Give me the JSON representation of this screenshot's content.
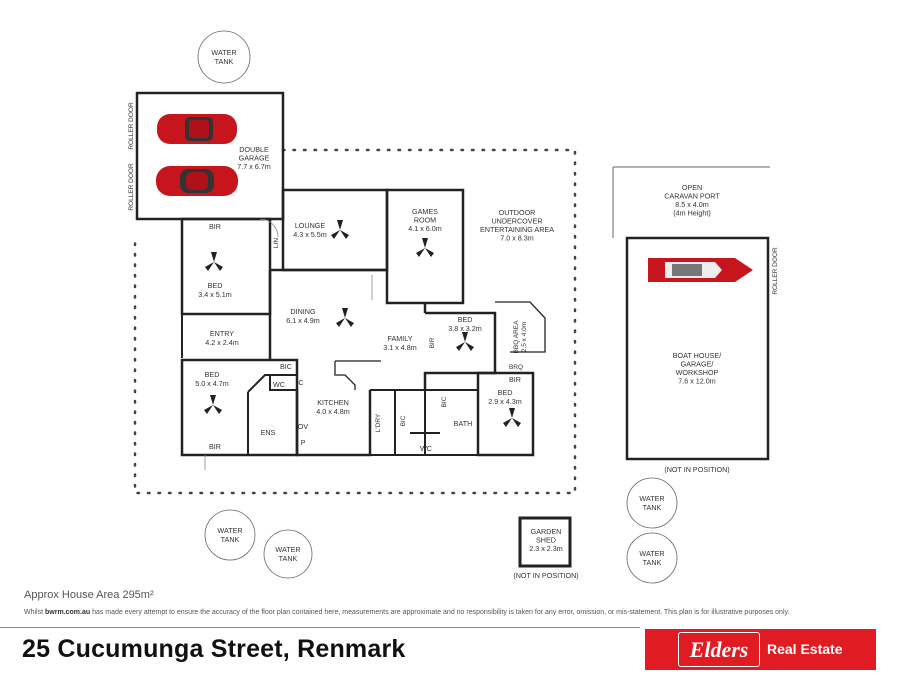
{
  "plan": {
    "labels": {
      "water_tank": [
        "WATER",
        "TANK"
      ],
      "garage": [
        "DOUBLE",
        "GARAGE",
        "7.7 x 6.7m"
      ],
      "roller_door": "ROLLER DOOR",
      "lounge": [
        "LOUNGE",
        "4.3 x 5.5m"
      ],
      "games": [
        "GAMES",
        "ROOM",
        "4.1 x 6.0m"
      ],
      "outdoor": [
        "OUTDOOR",
        "UNDERCOVER",
        "ENTERTAINING AREA",
        "7.0 x 8.3m"
      ],
      "carport": [
        "OPEN",
        "CARAVAN PORT",
        "8.5 x 4.0m",
        "(4m Height)"
      ],
      "bed1": [
        "BED",
        "3.4 x 5.1m"
      ],
      "bir": "BIR",
      "lin": "LIN",
      "entry": [
        "ENTRY",
        "4.2 x 2.4m"
      ],
      "dining": [
        "DINING",
        "6.1 x 4.9m"
      ],
      "family": [
        "FAMILY",
        "3.1 x 4.8m"
      ],
      "bed2": [
        "BED",
        "3.8 x 3.2m"
      ],
      "bbq": [
        "BBQ AREA",
        "2.5 x 4.0m"
      ],
      "brq": "BRQ",
      "bed3": [
        "BED",
        "5.0 x 4.7m"
      ],
      "bic": "BIC",
      "wc": "WC",
      "c": "C",
      "ens": "ENS",
      "ov": "OV",
      "p": "P",
      "kitchen": [
        "KITCHEN",
        "4.0 x 4.8m"
      ],
      "ldry": "L'DRY",
      "bath": "BATH",
      "bed4": [
        "BED",
        "2.9 x 4.3m"
      ],
      "boathouse": [
        "BOAT HOUSE/",
        "GARAGE/",
        "WORKSHOP",
        "7.6 x 12.0m"
      ],
      "not_in_position": "(NOT IN POSITION)",
      "shed": [
        "GARDEN",
        "SHED",
        "2.3 x 2.3m"
      ]
    }
  },
  "footer": {
    "area": "Approx House Area 295m²",
    "disclaimer_pre": "Whilst ",
    "disclaimer_brand": "bwrm.com.au",
    "disclaimer_post": " has made every attempt to ensure the accuracy of the floor plan contained here, measurements are approximate and no responsibility is taken for any error, omission, or mis-statement. This plan is for illustrative purposes only.",
    "address": "25 Cucumunga Street, Renmark"
  },
  "brand": {
    "name": "Elders",
    "subtitle": "Real Estate",
    "color": "#e11b22"
  }
}
